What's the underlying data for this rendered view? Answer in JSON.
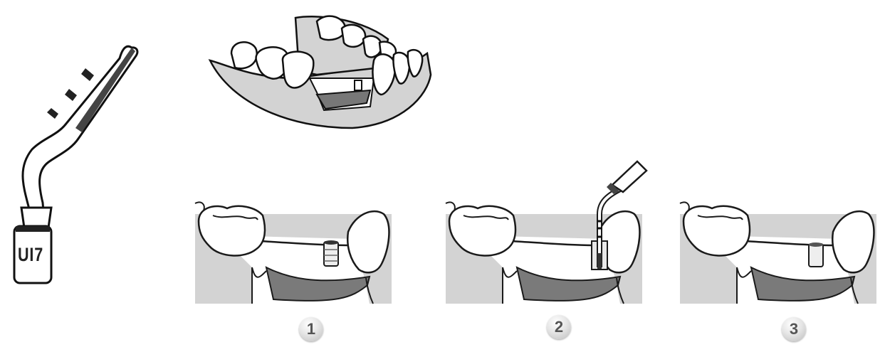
{
  "tip": {
    "label": "UI7"
  },
  "steps": [
    {
      "number": "1"
    },
    {
      "number": "2"
    },
    {
      "number": "3"
    }
  ],
  "colors": {
    "bone": "#d3d3d3",
    "tissue": "#7a7a7a",
    "outline": "#1a1a1a"
  }
}
